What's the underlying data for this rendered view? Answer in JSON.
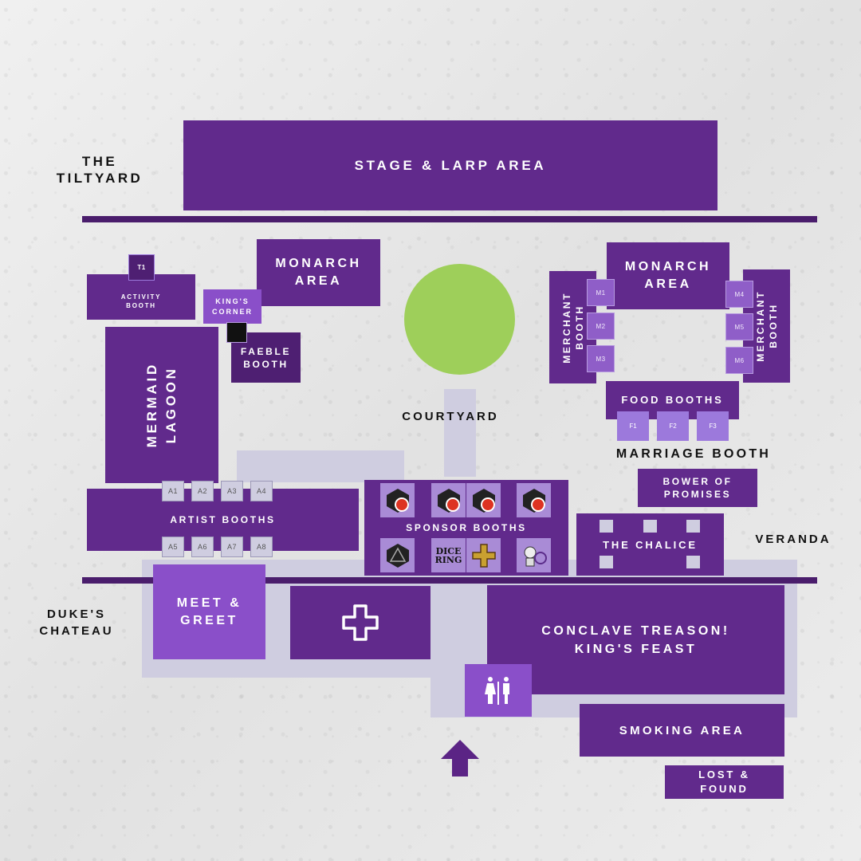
{
  "labels": {
    "tiltyard": "THE\nTILTYARD",
    "stage": "STAGE & LARP AREA",
    "monarch_left": "MONARCH\nAREA",
    "monarch_right": "MONARCH\nAREA",
    "activity_booth": "ACTIVITY\nBOOTH",
    "t1": "T1",
    "kings_corner": "KING'S\nCORNER",
    "faeble_booth": "FAEBLE\nBOOTH",
    "mermaid_lagoon": "MERMAID\nLAGOON",
    "courtyard": "COURTYARD",
    "merchant_left": "MERCHANT\nBOOTH",
    "merchant_right": "MERCHANT\nBOOTH",
    "food_booths": "FOOD BOOTHS",
    "marriage_booth": "MARRIAGE BOOTH",
    "bower": "BOWER OF\nPROMISES",
    "artist_booths": "ARTIST BOOTHS",
    "sponsor_booths": "SPONSOR BOOTHS",
    "the_chalice": "THE CHALICE",
    "veranda": "VERANDA",
    "dukes_chateau": "DUKE'S\nCHATEAU",
    "meet_greet": "MEET &\nGREET",
    "conclave": "CONCLAVE TREASON!\nKING'S FEAST",
    "smoking_area": "SMOKING AREA",
    "lost_found": "LOST &\nFOUND"
  },
  "artist_top": [
    "A1",
    "A2",
    "A3",
    "A4"
  ],
  "artist_bottom": [
    "A5",
    "A6",
    "A7",
    "A8"
  ],
  "merchant_left_stalls": [
    "M1",
    "M2",
    "M3"
  ],
  "merchant_right_stalls": [
    "M4",
    "M5",
    "M6"
  ],
  "food_stalls": [
    "F1",
    "F2",
    "F3"
  ],
  "sponsor_logo_text": "DICE\nRING",
  "colors": {
    "primary_purple": "#612a8c",
    "dark_purple": "#4e1f72",
    "light_purple": "#8a4fc9",
    "walkway": "#cfcde0",
    "fountain_green": "#9ecf5a"
  }
}
